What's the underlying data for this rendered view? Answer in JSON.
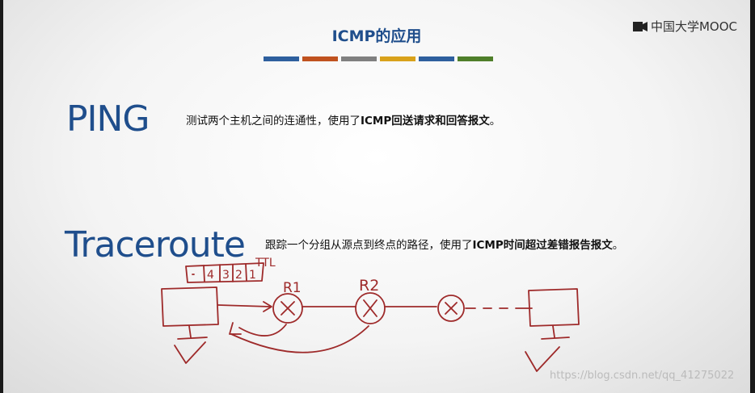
{
  "slide": {
    "title": "ICMP的应用",
    "title_bar_colors": [
      "#2e5f9e",
      "#c0521f",
      "#808080",
      "#d9a21b",
      "#2e5f9e",
      "#4f7f2a"
    ],
    "logo_text": "中国大学MOOC"
  },
  "ping": {
    "heading": "PING",
    "desc_prefix": "测试两个主机之间的连通性，使用了",
    "desc_bold": "ICMP回送请求和回答报文",
    "desc_suffix": "。"
  },
  "traceroute": {
    "heading": "Traceroute",
    "desc_prefix": "跟踪一个分组从源点到终点的路径，使用了",
    "desc_bold": "ICMP时间超过差错报告报文",
    "desc_suffix": "。"
  },
  "handwriting": {
    "ttl_digits": [
      "4",
      "3",
      "2",
      "1"
    ],
    "ttl_label": "TTL",
    "router1_label": "R1",
    "router2_label": "R2",
    "ink_color": "#9e2a2a"
  },
  "watermark": "https://blog.csdn.net/qq_41275022"
}
